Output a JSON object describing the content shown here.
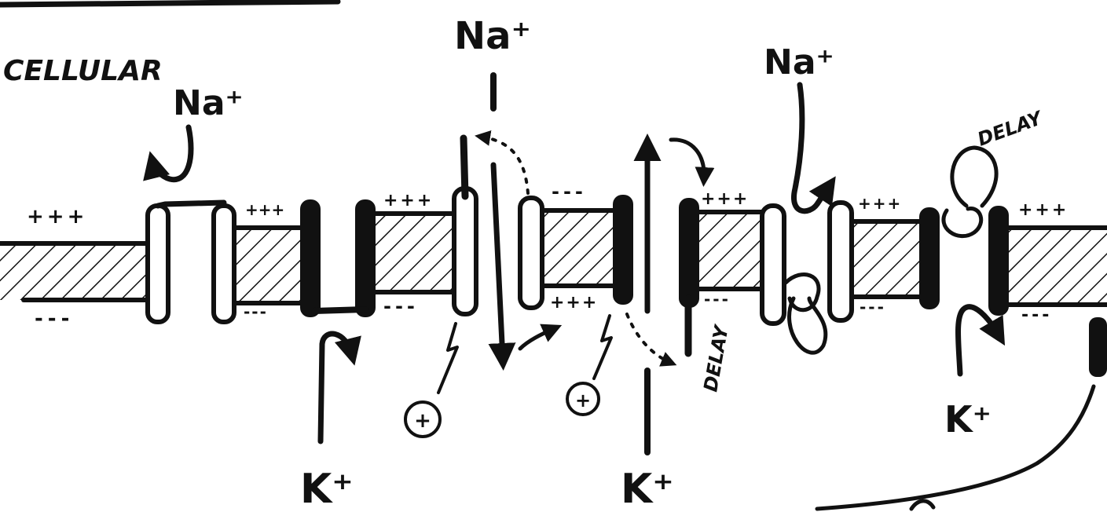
{
  "labels": {
    "cellular": "CELLULAR",
    "sodium": "Na⁺",
    "potassium": "K⁺",
    "delay": "DELAY",
    "charge_outside": "+++",
    "charge_inside": "---",
    "positive_ion": "+"
  },
  "colors": {
    "ink": "#111111",
    "paper": "#ffffff"
  }
}
